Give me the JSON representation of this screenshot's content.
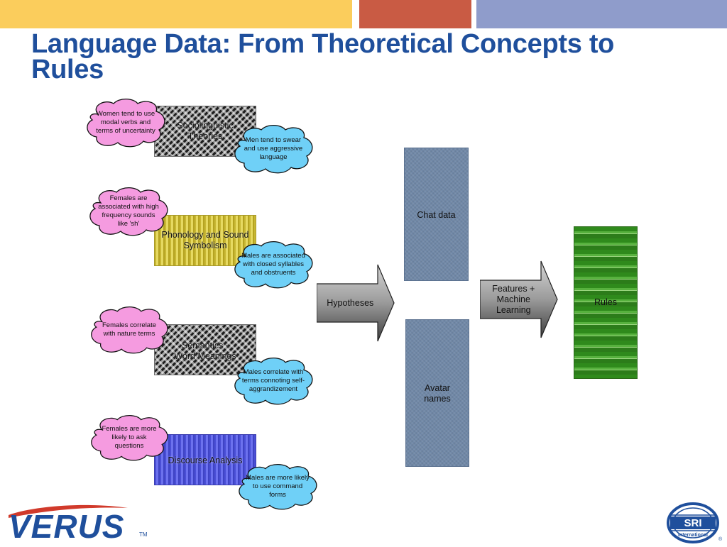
{
  "title": "Language Data: From Theoretical Concepts to Rules",
  "colors": {
    "top_yellow": "#fbcd5c",
    "top_red": "#c95b44",
    "top_blue": "#8f9ccb",
    "title": "#1f4f9c",
    "pink_cloud": "#f59be0",
    "blue_cloud": "#6fd0f7"
  },
  "theories": [
    {
      "label": "Sociolinguistic Theories",
      "female": "Women tend to use modal verbs and terms of uncertainty",
      "male": "Men tend to swear and use aggressive language"
    },
    {
      "label": "Phonology and Sound Symbolism",
      "female": "Females are associated with high frequency sounds like 'sh'",
      "male": "Males are associated with closed syllables and obstruents"
    },
    {
      "label": "Semantics - Word Meanings",
      "female": "Females correlate with nature terms",
      "male": "Males correlate with terms connoting self-aggrandizement"
    },
    {
      "label": "Discourse Analysis",
      "female": "Females are more likely to ask questions",
      "male": "Males are more likely to use command forms"
    }
  ],
  "hypotheses": "Hypotheses",
  "chat_data": "Chat data",
  "avatar_names": "Avatar names",
  "features": "Features + Machine Learning",
  "rules": "Rules",
  "logos": {
    "verus": "VERUS",
    "verus_tm": "TM",
    "sri": "SRI",
    "sri_sub": "International",
    "sri_reg": "®"
  }
}
